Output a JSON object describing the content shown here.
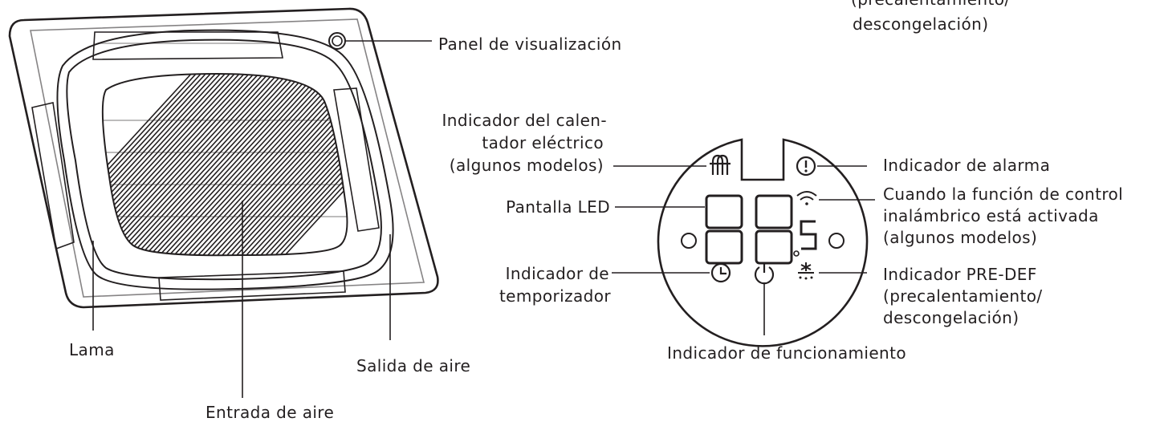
{
  "labels": {
    "top_clipped_line1": "(precalentamiento/",
    "top_clipped_line2": "descongelación)",
    "panel": "Panel de visualización",
    "heater_line1": "Indicador del calen-",
    "heater_line2": "tador eléctrico",
    "heater_line3": "(algunos modelos)",
    "led": "Pantalla LED",
    "timer_line1": "Indicador de",
    "timer_line2": "temporizador",
    "alarm": "Indicador de alarma",
    "wireless_line1": "Cuando la función de control",
    "wireless_line2": "inalámbrico está activada",
    "wireless_line3": "(algunos modelos)",
    "predef_line1": "Indicador PRE-DEF",
    "predef_line2": "(precalentamiento/",
    "predef_line3": "descongelación)",
    "operation": "Indicador de funcionamiento",
    "louver": "Lama",
    "outlet": "Salida de aire",
    "inlet": "Entrada de aire"
  },
  "led_display": {
    "digits": "88",
    "small_digit": "5"
  },
  "icons": [
    "heater-icon",
    "alarm-icon",
    "wireless-icon",
    "timer-icon",
    "power-icon",
    "predef-icon"
  ]
}
